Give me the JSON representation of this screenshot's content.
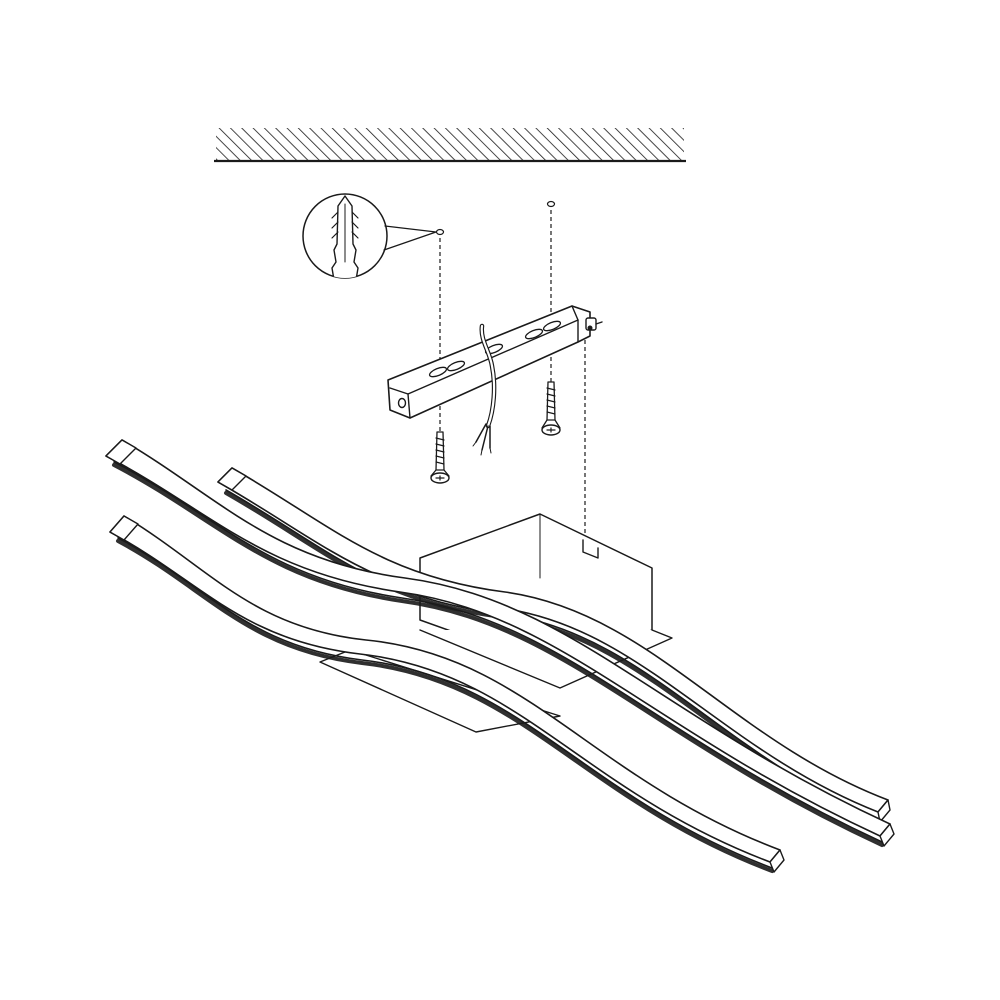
{
  "diagram": {
    "colors": {
      "ink": "#1a1a1a",
      "background": "#ffffff"
    },
    "parts": [
      "ceiling",
      "wall-plug-detail",
      "mounting-bracket",
      "supply-cable",
      "screw-left",
      "screw-right",
      "canopy-base",
      "led-arm-rear",
      "led-arm-middle",
      "led-arm-front"
    ]
  }
}
